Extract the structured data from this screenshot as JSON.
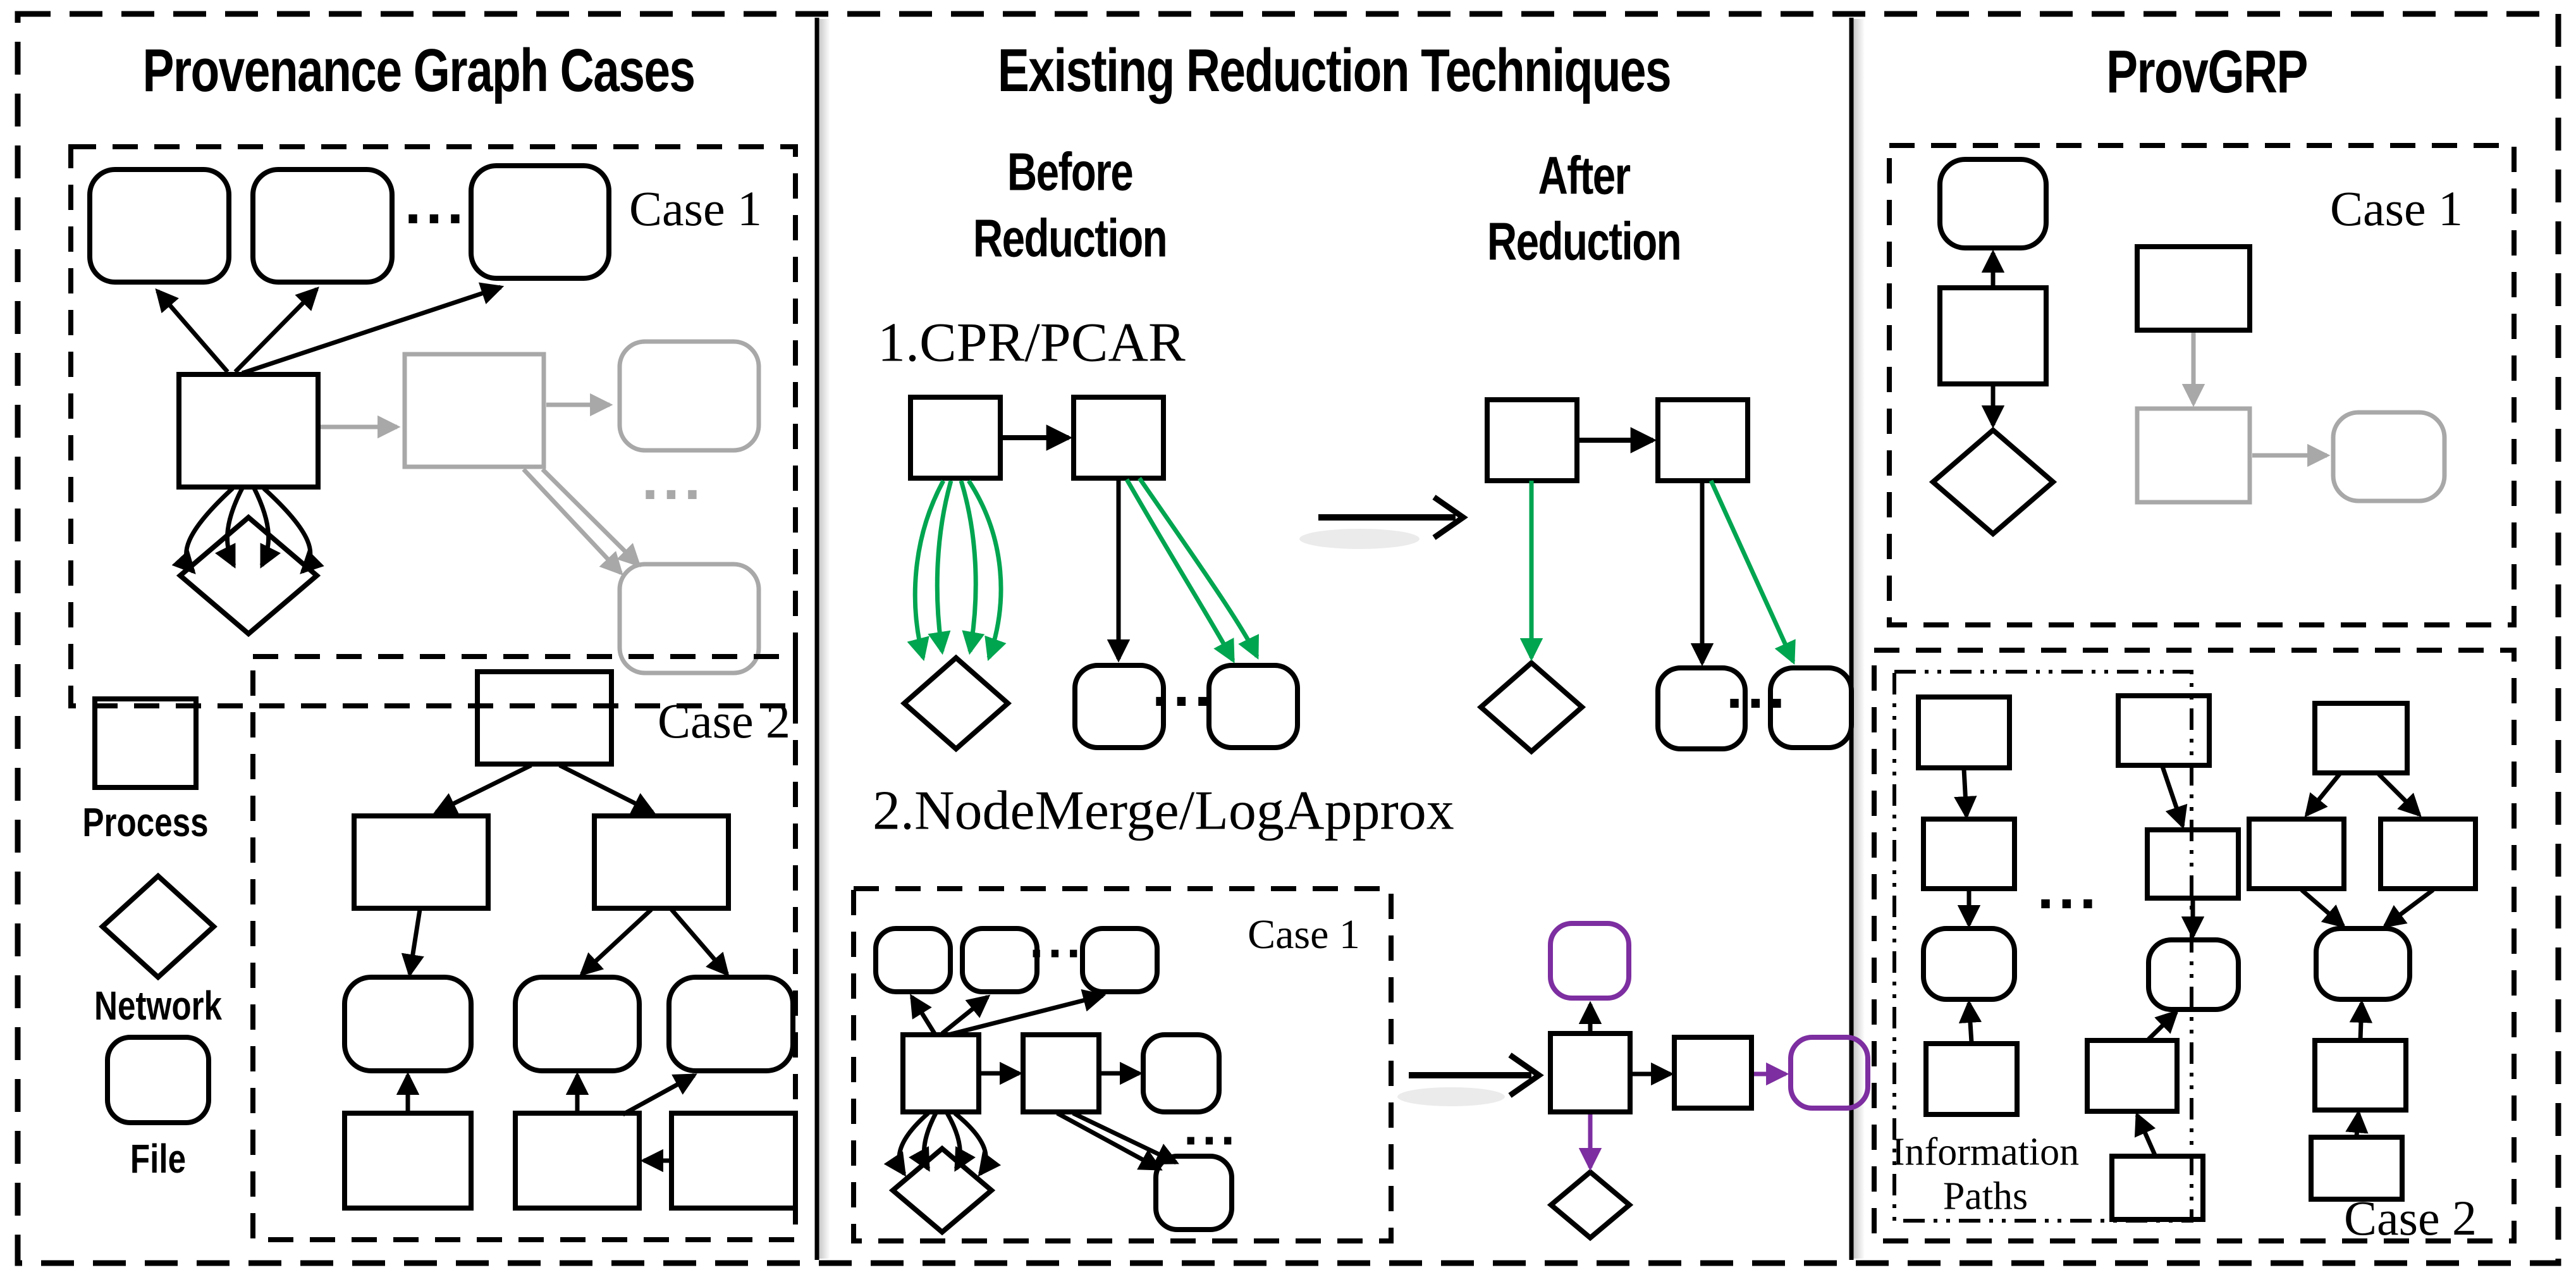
{
  "figure": {
    "ellipsis": "...",
    "colors": {
      "black": "#000000",
      "gray": "#a8a8a8",
      "green": "#00a550",
      "purple": "#7d2ea0"
    }
  },
  "left": {
    "title": "Provenance Graph Cases",
    "case1": "Case 1",
    "case2": "Case 2",
    "legend": {
      "process": "Process",
      "network": "Network",
      "file": "File"
    }
  },
  "middle": {
    "title": "Existing Reduction Techniques",
    "before1": "Before",
    "before2": "Reduction",
    "after1": "After",
    "after2": "Reduction",
    "tech1": "1.CPR/PCAR",
    "tech2": "2.NodeMerge/LogApprox",
    "case1": "Case 1"
  },
  "right": {
    "title": "ProvGRP",
    "case1": "Case 1",
    "case2": "Case 2",
    "info1": "Information",
    "info2": "Paths"
  }
}
